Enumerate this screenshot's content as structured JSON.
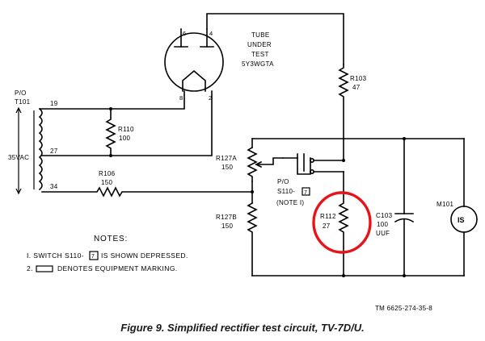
{
  "tube": {
    "line1": "TUBE",
    "line2": "UNDER",
    "line3": "TEST",
    "line4": "5Y3WGTA",
    "pin_6": "6",
    "pin_4": "4",
    "pin_8": "8",
    "pin_2": "2"
  },
  "transformer": {
    "ref1": "P/O",
    "ref2": "T101",
    "tap_19": "19",
    "tap_27": "27",
    "tap_34": "34",
    "voltage": "35VAC"
  },
  "resistors": {
    "r103": {
      "ref": "R103",
      "value": "47"
    },
    "r110": {
      "ref": "R110",
      "value": "100"
    },
    "r106": {
      "ref": "R106",
      "value": "150"
    },
    "r127a": {
      "ref": "R127A",
      "value": "150"
    },
    "r127b": {
      "ref": "R127B",
      "value": "150"
    },
    "r112": {
      "ref": "R112",
      "value": "27"
    }
  },
  "switch": {
    "line1": "P/O",
    "line2_prefix": "S110-",
    "marking": "7",
    "line3": "(NOTE I)"
  },
  "capacitor": {
    "ref": "C103",
    "value": "100",
    "unit": "UUF"
  },
  "meter": {
    "ref": "M101",
    "symbol": "IS"
  },
  "notes": {
    "title": "NOTES:",
    "n1_prefix": "I. SWITCH S110-",
    "n1_marking": "7",
    "n1_suffix": "IS SHOWN DEPRESSED.",
    "n2_prefix": "2.",
    "n2_suffix": "DENOTES EQUIPMENT MARKING."
  },
  "doc_id": "TM 6625-274-35-8",
  "caption": "Figure 9. Simplified rectifier test circuit, TV-7D/U.",
  "colors": {
    "highlight": "#e8121a",
    "ink": "#000000"
  }
}
